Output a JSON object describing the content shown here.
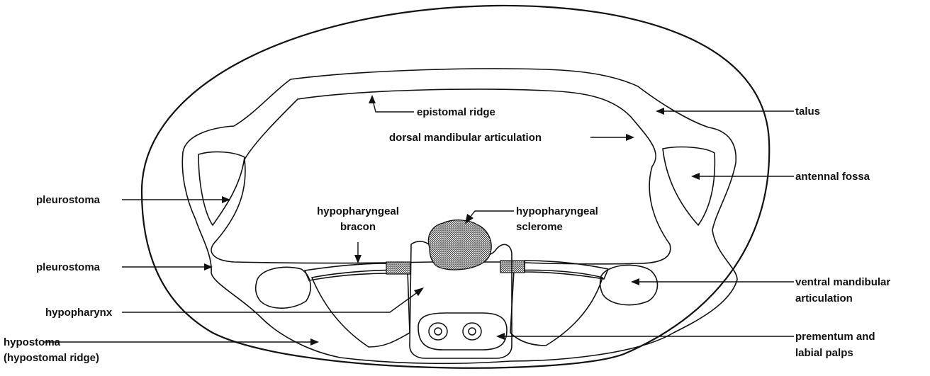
{
  "labels": {
    "epistomal_ridge": "epistomal ridge",
    "talus": "talus",
    "dorsal_mandibular_articulation": "dorsal mandibular articulation",
    "antennal_fossa": "antennal fossa",
    "pleurostoma_upper": "pleurostoma",
    "pleurostoma_lower": "pleurostoma",
    "hypopharyngeal_bracon_1": "hypopharyngeal",
    "hypopharyngeal_bracon_2": "bracon",
    "hypopharyngeal_sclerome_1": "hypopharyngeal",
    "hypopharyngeal_sclerome_2": "sclerome",
    "ventral_mandibular_articulation_1": "ventral mandibular",
    "ventral_mandibular_articulation_2": "articulation",
    "hypopharynx": "hypopharynx",
    "hypostoma_1": "hypostoma",
    "hypostoma_2": "(hypostomal ridge)",
    "prementum_1": "prementum and",
    "prementum_2": "labial palps"
  },
  "colors": {
    "line": "#111111",
    "stipple": "#555555",
    "sclerome": "#222222",
    "background": "#ffffff"
  }
}
